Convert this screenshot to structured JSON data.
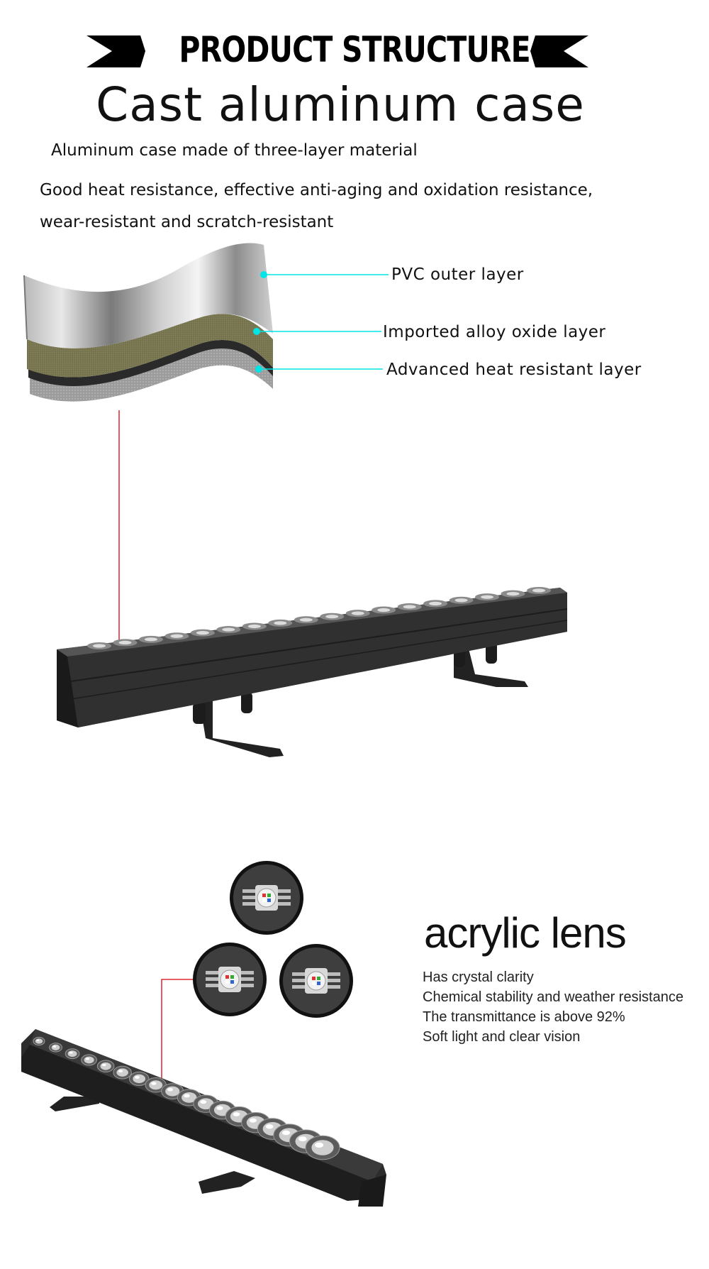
{
  "header": {
    "title": "PRODUCT STRUCTURE",
    "arrow_color": "#000000"
  },
  "case_section": {
    "title": "Cast aluminum case",
    "subtitle": "Aluminum case made of three-layer material",
    "description_line1": "Good heat resistance, effective anti-aging and oxidation resistance,",
    "description_line2": "wear-resistant and scratch-resistant",
    "layers": [
      {
        "label": "PVC outer layer",
        "color": "#a7a7a7"
      },
      {
        "label": "Imported alloy oxide layer",
        "color": "#6e6d4a"
      },
      {
        "label": "Advanced heat resistant layer",
        "color": "#8f8f8f"
      }
    ],
    "callout_color": "#00e5e5",
    "pointer_color": "#d8000f"
  },
  "lens_section": {
    "title": "acrylic lens",
    "features": [
      "Has crystal clarity",
      "Chemical stability and weather resistance",
      "The transmittance is above 92%",
      "Soft light and clear vision"
    ],
    "pointer_color": "#d8000f"
  }
}
